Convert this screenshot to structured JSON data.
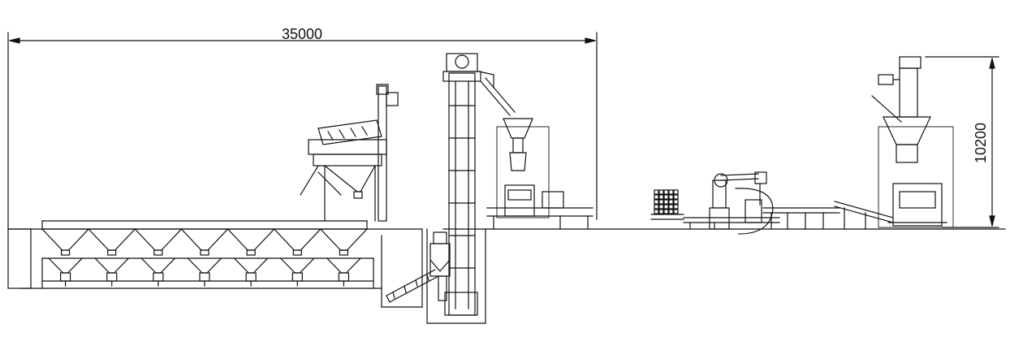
{
  "drawing": {
    "colors": {
      "line": "#111111",
      "background": "#ffffff"
    },
    "dimensions": {
      "overall_length": "35000",
      "overall_height": "10200"
    },
    "hoppers": {
      "count": 7
    },
    "stacked_bags": {
      "columns": 5,
      "rows": 5
    }
  }
}
